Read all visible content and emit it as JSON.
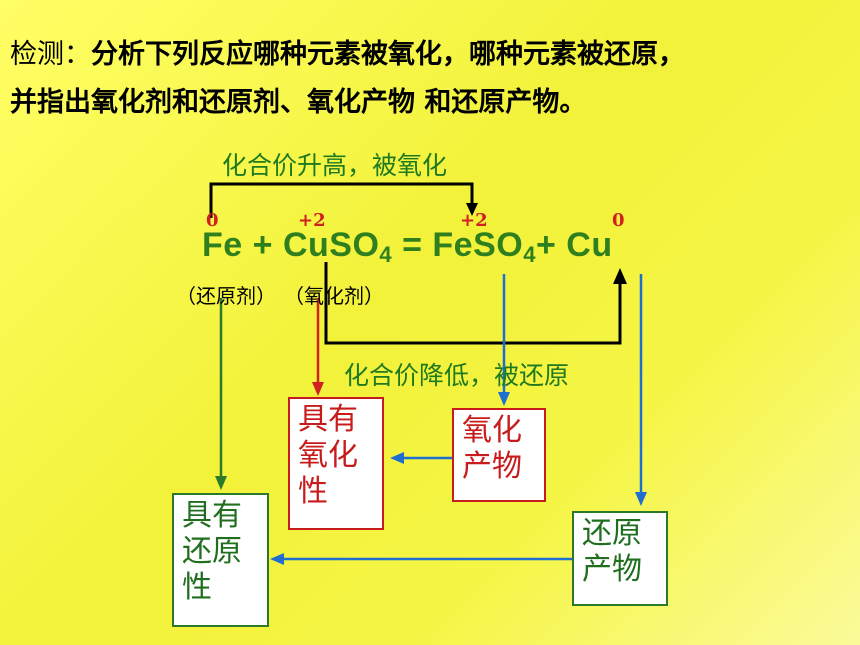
{
  "title": {
    "line1_lead": "检测：",
    "line1_rest": "分析下列反应哪种元素被氧化，哪种元素被还原，",
    "line2": "并指出氧化剂和还原剂、氧化产物 和还原产物。"
  },
  "labels": {
    "oxidized": "化合价升高，被氧化",
    "reduced": "化合价降低，被还原"
  },
  "oxidation_states": {
    "fe_left": "0",
    "cu_left": "+2",
    "fe_right": "+2",
    "cu_right": "0"
  },
  "equation": {
    "fe": "Fe",
    "plus1": " + ",
    "cuso": "CuSO",
    "sub4a": "4",
    "equals": " = ",
    "feso": "FeSO",
    "sub4b": "4",
    "plus2": "+ ",
    "cu": "Cu"
  },
  "roles": {
    "reducing_agent": "（还原剂）",
    "oxidizing_agent": "（氧化剂）"
  },
  "boxes": {
    "oxidizing_property": "具有氧化性",
    "oxidation_product": "氧化产物",
    "reducing_property": "具有还原性",
    "reduction_product": "还原产物"
  },
  "colors": {
    "green": "#2f7f1f",
    "red": "#d12020",
    "blue": "#1f6fd0",
    "black": "#000000"
  }
}
